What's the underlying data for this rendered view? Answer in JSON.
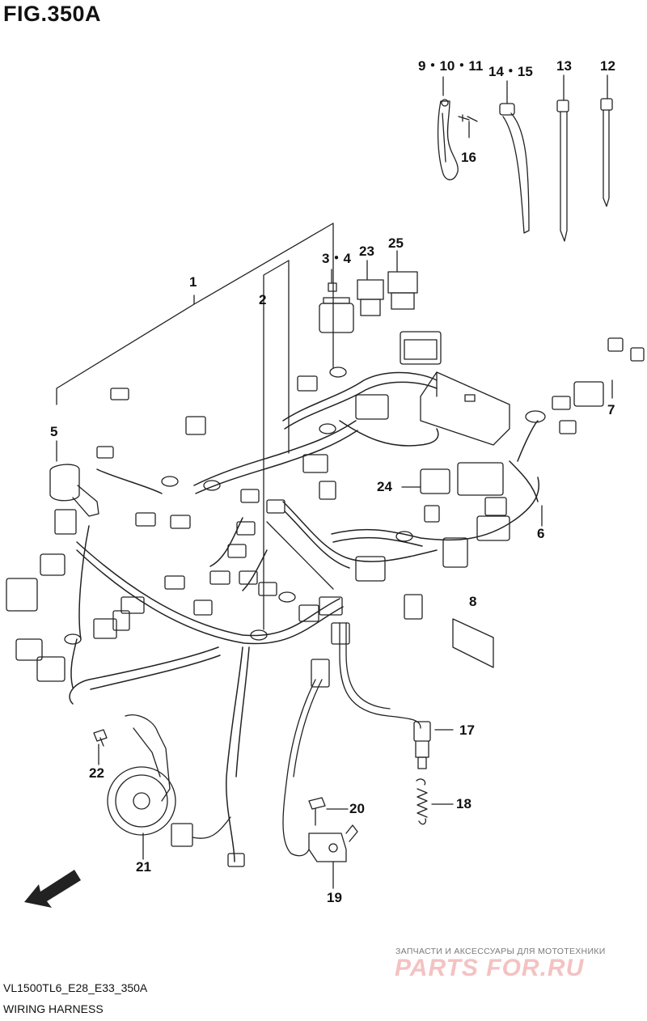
{
  "header": {
    "figure_title": "FIG.350A"
  },
  "footer": {
    "model_code": "VL1500TL6_E28_E33_350A",
    "caption": "WIRING HARNESS"
  },
  "watermark": {
    "tagline": "ЗАПЧАСТИ И АКСЕССУАРЫ ДЛЯ МОТОТЕХНИКИ",
    "brand": "PARTS FOR.RU",
    "brand_color": "#f4c2c2"
  },
  "direction_arrow": {
    "label": "FWD",
    "icon": "forward-arrow-icon"
  },
  "callouts": {
    "c1": "1",
    "c2": "2",
    "c3_4": "3・4",
    "c5": "5",
    "c6": "6",
    "c7": "7",
    "c8": "8",
    "c9_10_11": "9・10・11",
    "c12": "12",
    "c13": "13",
    "c14_15": "14・15",
    "c16": "16",
    "c17": "17",
    "c18": "18",
    "c19": "19",
    "c20": "20",
    "c21": "21",
    "c22": "22",
    "c23": "23",
    "c24": "24",
    "c25": "25"
  },
  "colors": {
    "line": "#222222",
    "background": "#ffffff"
  }
}
